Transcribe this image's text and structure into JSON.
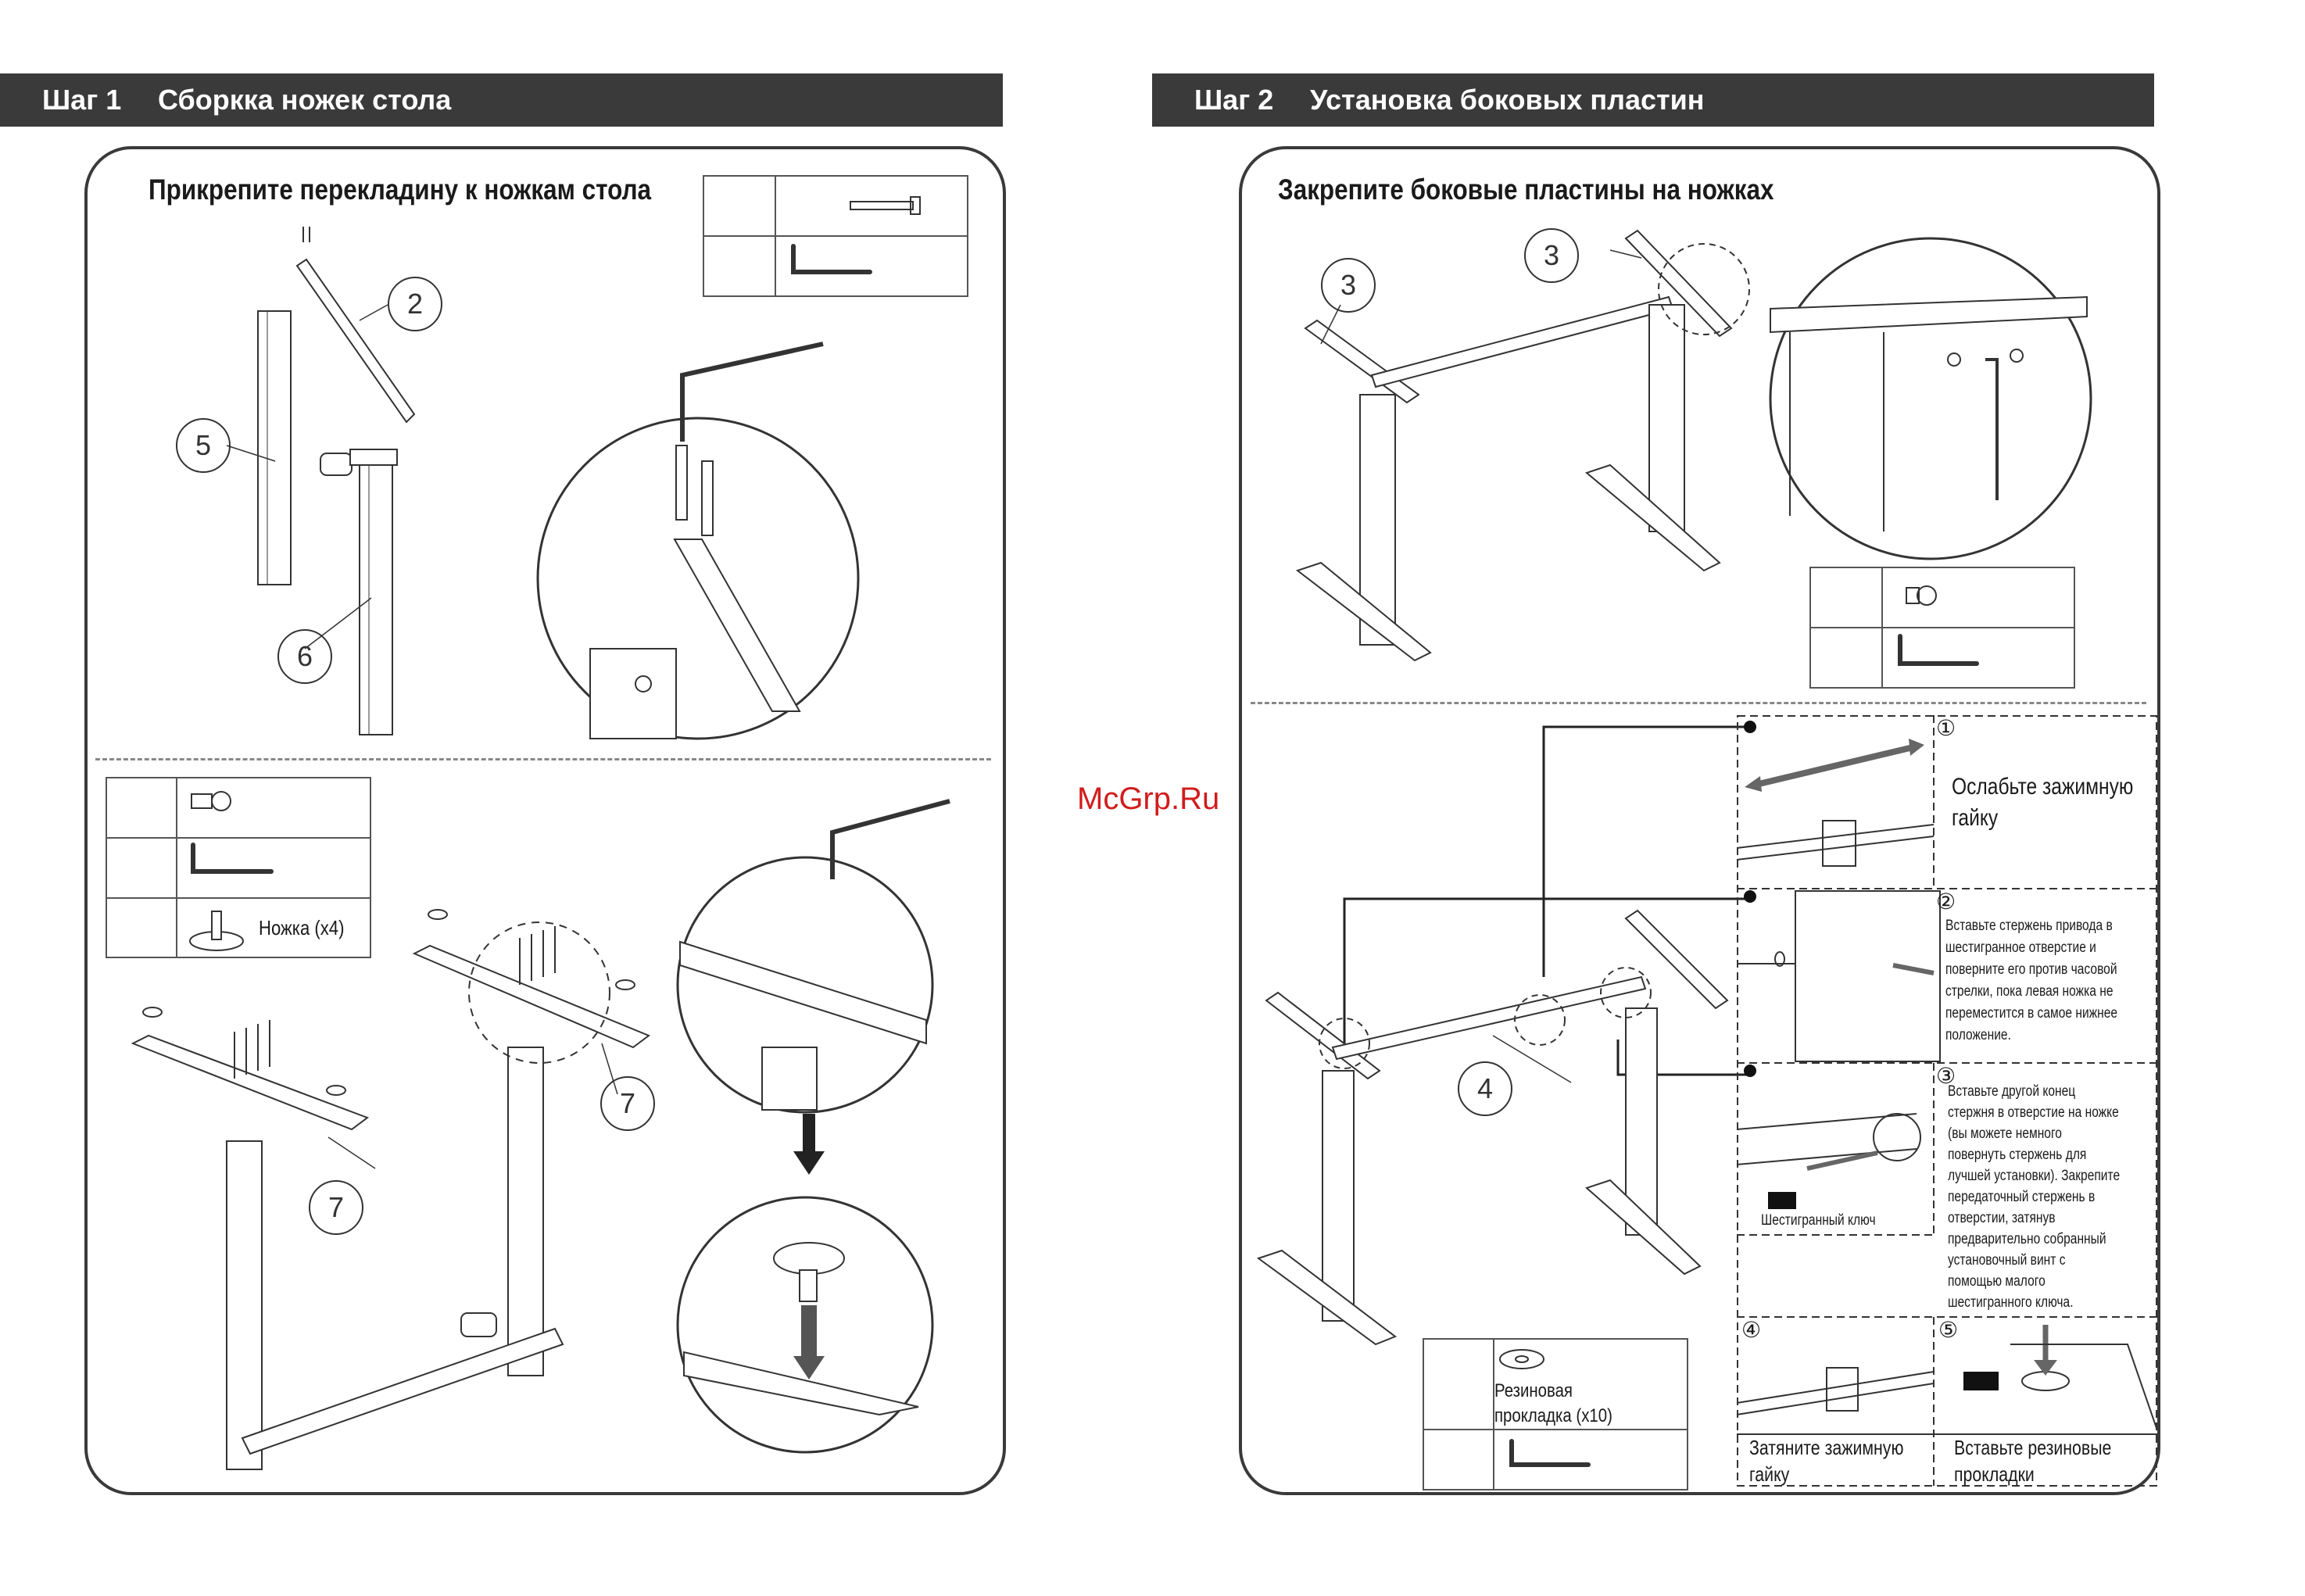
{
  "step1": {
    "number": "Шаг 1",
    "title": "Сборкка ножек стола",
    "subtitle": "Прикрепите перекладину к ножкам стола",
    "callouts": {
      "c2": "2",
      "c5": "5",
      "c6": "6",
      "c7a": "7",
      "c7b": "7"
    },
    "foot_label": "Ножка (x4)"
  },
  "step2": {
    "number": "Шаг 2",
    "title": "Установка боковых пластин",
    "subtitle": "Закрепите боковые пластины на ножках",
    "callouts": {
      "c3a": "3",
      "c3b": "3",
      "c4": "4"
    },
    "washer_label_1": "Резиновая",
    "washer_label_2": "прокладка (x10)",
    "details": {
      "d1": {
        "marker": "①",
        "text_1": "Ослабьте зажимную",
        "text_2": "гайку"
      },
      "d2": {
        "marker": "②",
        "lines": [
          "Вставьте стержень привода  в",
          "шестигранное отверстие и",
          "поверните его против часовой",
          "стрелки, пока левая ножка не",
          "переместится в самое нижнее",
          "положение."
        ]
      },
      "d3": {
        "marker": "③",
        "lines": [
          "Вставьте другой конец",
          "стержня в отверстие на ножке",
          "(вы можете немного",
          "повернуть стержень для",
          "лучшей установки). Закрепите",
          "передаточный стержень в",
          "отверстии, затянув",
          "предварительно собранный",
          "установочный винт с",
          "помощью малого",
          "шестигранного ключа."
        ],
        "key_label": "Шестигранный ключ"
      },
      "d4": {
        "marker": "④",
        "text_1": "Затяните зажимную",
        "text_2": "гайку"
      },
      "d5": {
        "marker": "⑤",
        "text_1": "Вставьте резиновые",
        "text_2": "прокладки"
      }
    }
  },
  "watermark": "McGrp.Ru"
}
